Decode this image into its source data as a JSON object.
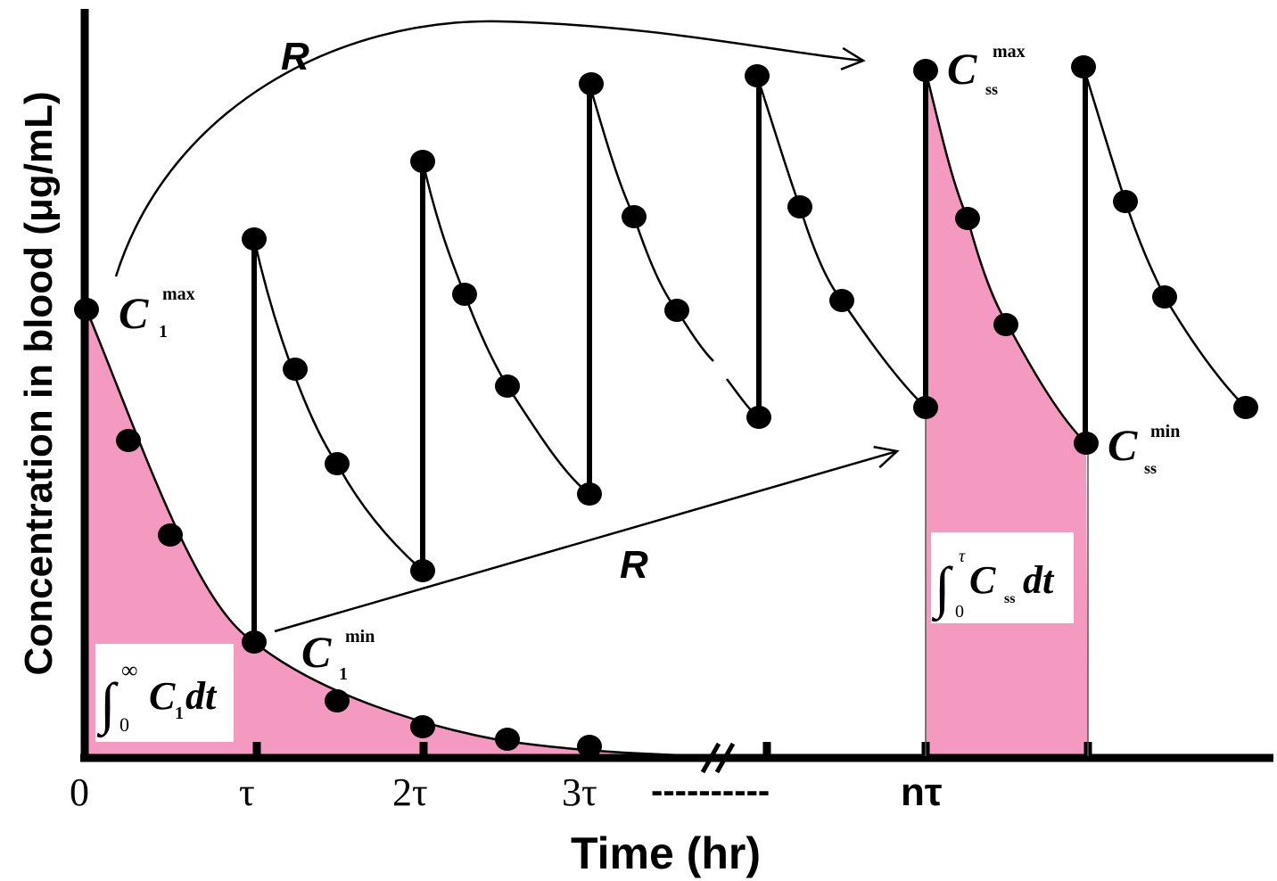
{
  "axes": {
    "y_label": "Concentration in blood (μg/mL)",
    "x_label": "Time  (hr)",
    "ticks": [
      "0",
      "τ",
      "2τ",
      "3τ",
      "nτ"
    ],
    "dashes": "----------",
    "break_mark": "//"
  },
  "ratio_labels": [
    "R",
    "R"
  ],
  "peak_labels": {
    "c1max": {
      "main": "C",
      "sub": "1",
      "sup": "max"
    },
    "c1min": {
      "main": "C",
      "sub": "1",
      "sup": "min"
    },
    "cssmax": {
      "main": "C",
      "sub": "ss",
      "sup": "max"
    },
    "cssmin": {
      "main": "C",
      "sub": "ss",
      "sup": "min"
    }
  },
  "integral_single": {
    "lower": "0",
    "upper": "∞",
    "body": "C",
    "body_sub": "1",
    "tail": "dt"
  },
  "integral_ss": {
    "lower": "0",
    "upper": "τ",
    "body": "C",
    "body_sub": "ss",
    "tail": "dt"
  },
  "colors": {
    "auc_fill": "#f49ac0",
    "line": "#000000",
    "background": "#ffffff"
  }
}
